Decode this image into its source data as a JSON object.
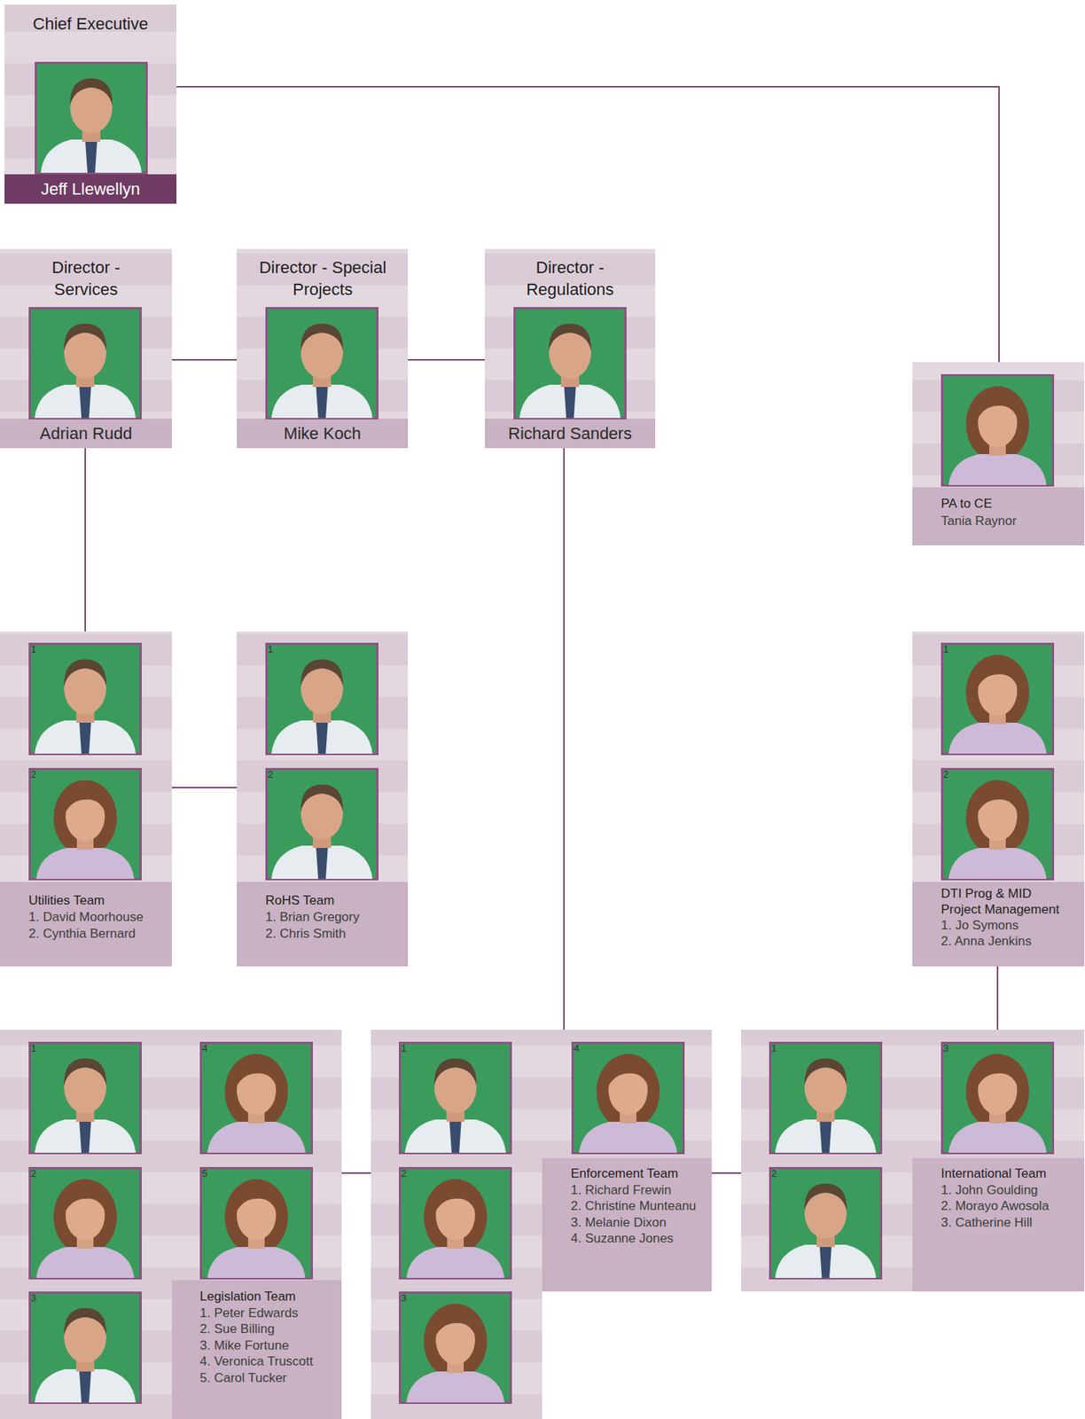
{
  "diagram": {
    "nodes": [
      {
        "text": [
          "Chief Executive",
          "Jeff Llewellyn"
        ]
      },
      {
        "text": [
          "Director - Services",
          "Adrian Rudd"
        ]
      },
      {
        "text": [
          "Director - Special Projects",
          "Mike Koch"
        ]
      },
      {
        "text": [
          "Director - Regulations",
          "Richard Sanders"
        ]
      },
      {
        "text": [
          "PA to CE",
          "Tania Raynor"
        ]
      },
      {
        "text": [
          "Utilities Team",
          "1. David Moorhouse",
          "2. Cynthia Bernard"
        ]
      },
      {
        "text": [
          "RoHS Team",
          "1. Brian Gregory",
          "2. Chris Smith"
        ]
      },
      {
        "text": [
          "DTI Prog & MID Project Management",
          "1. Jo Symons",
          "2. Anna Jenkins"
        ]
      },
      {
        "text": [
          "Legislation Team",
          "1. Peter Edwards",
          "2. Sue Billing",
          "3. Mike Fortune",
          "4. Veronica Truscott",
          "5. Carol Tucker"
        ]
      },
      {
        "text": [
          "Enforcement Team",
          "1. Richard Frewin",
          "2. Christine Munteanu",
          "3. Melanie Dixon",
          "4. Suzanne Jones"
        ]
      },
      {
        "text": [
          "International Team",
          "1. John Goulding",
          "2. Morayo Awosola",
          "3. Catherine Hill"
        ]
      }
    ],
    "edges": [
      {
        "from": 0,
        "to": 4,
        "arrow": "none"
      },
      {
        "from": 1,
        "to": 2,
        "arrow": "none"
      },
      {
        "from": 2,
        "to": 3,
        "arrow": "none"
      },
      {
        "from": 1,
        "to": 5,
        "arrow": "none"
      },
      {
        "from": 5,
        "to": 6,
        "arrow": "none"
      },
      {
        "from": 3,
        "to": 9,
        "arrow": "none"
      },
      {
        "from": 8,
        "to": 9,
        "arrow": "none"
      },
      {
        "from": 9,
        "to": 10,
        "arrow": "none"
      },
      {
        "from": 7,
        "to": 10,
        "arrow": "none"
      }
    ],
    "labels": [
      "1",
      "2",
      "1",
      "2",
      "1",
      "2",
      "1",
      "4",
      "2",
      "5",
      "3",
      "1",
      "4",
      "2",
      "3",
      "1",
      "3",
      "2"
    ]
  }
}
